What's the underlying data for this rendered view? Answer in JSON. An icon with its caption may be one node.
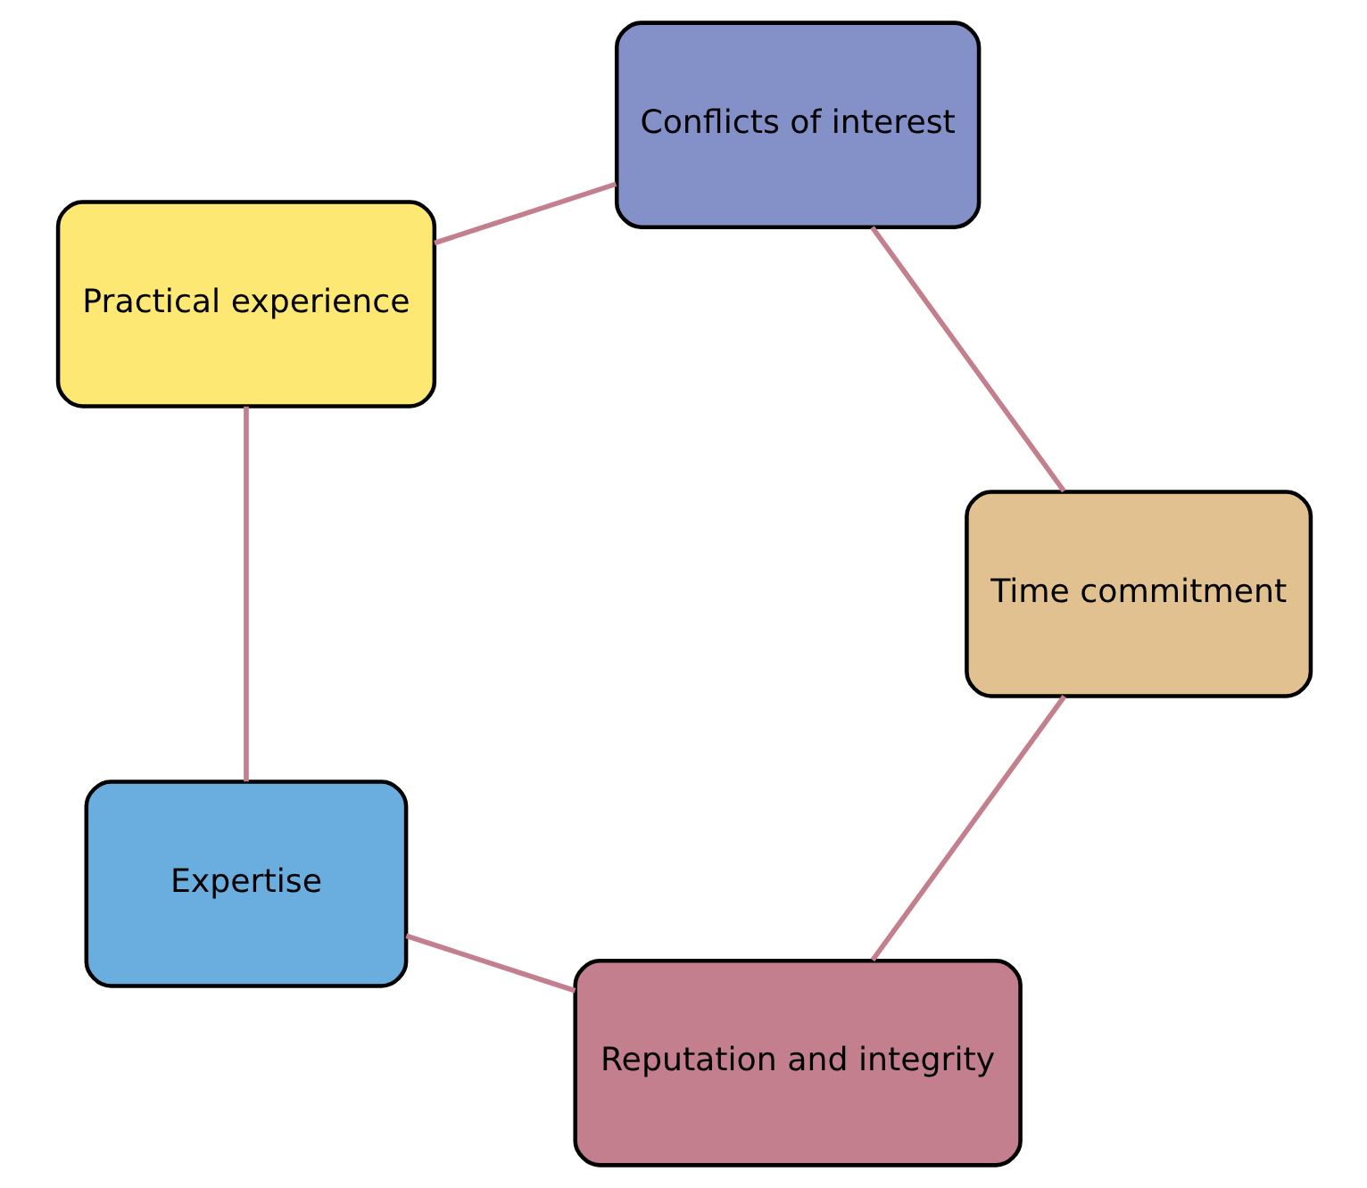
{
  "diagram": {
    "nodes": [
      {
        "text": [
          "Reputation and integrity"
        ]
      },
      {
        "text": [
          "Expertise"
        ]
      },
      {
        "text": [
          "Practical experience"
        ]
      },
      {
        "text": [
          "Conflicts of interest"
        ]
      },
      {
        "text": [
          "Time commitment"
        ]
      }
    ],
    "edges": [
      {
        "from": 0,
        "to": 1,
        "arrow": "none"
      },
      {
        "from": 1,
        "to": 2,
        "arrow": "none"
      },
      {
        "from": 2,
        "to": 3,
        "arrow": "none"
      },
      {
        "from": 3,
        "to": 4,
        "arrow": "none"
      },
      {
        "from": 4,
        "to": 0,
        "arrow": "none"
      }
    ]
  }
}
